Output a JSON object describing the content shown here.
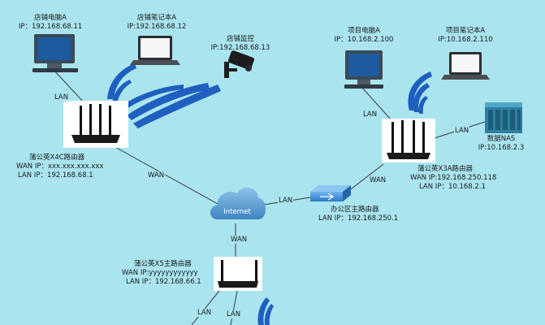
{
  "nodes": {
    "store_pc": {
      "name": "店铺电脑A",
      "ip": "IP：192.168.68.11"
    },
    "store_laptop": {
      "name": "店铺笔记本A",
      "ip": "IP:192.168.68.12"
    },
    "store_camera": {
      "name": "店铺监控",
      "ip": "IP:192.168.68.13"
    },
    "project_pc": {
      "name": "项目电脑A",
      "ip": "IP：10.168.2.100"
    },
    "project_laptop": {
      "name": "项目笔记本A",
      "ip": "IP:10.168.2.110"
    },
    "nas": {
      "name": "数据NAS",
      "ip": "IP:10.168.2.3"
    },
    "router_x4c": {
      "name": "蒲公英X4C路由器",
      "wan": "WAN IP：xxx.xxx.xxx.xxx",
      "lan": "LAN IP：192.168.68.1"
    },
    "router_x3a": {
      "name": "蒲公英X3A路由器",
      "wan": "WAN IP:192.168.250.118",
      "lan": "LAN IP：10.168.2.1"
    },
    "router_x5": {
      "name": "蒲公英X5主路由器",
      "wan": "WAN IP:yyyyyyyyyyyy",
      "lan": "LAN IP：192.168.66.1"
    },
    "office_router": {
      "name": "办公区主路由器",
      "lan": "LAN IP：192.168.250.1"
    },
    "internet": {
      "name": "Internet"
    }
  },
  "links": {
    "lan": "LAN",
    "wan": "WAN"
  },
  "colors": {
    "background": "#a9e4ef",
    "wifi": "#1f5fbf",
    "cloud": "#4a8ec9",
    "line": "#3a3a3a"
  }
}
